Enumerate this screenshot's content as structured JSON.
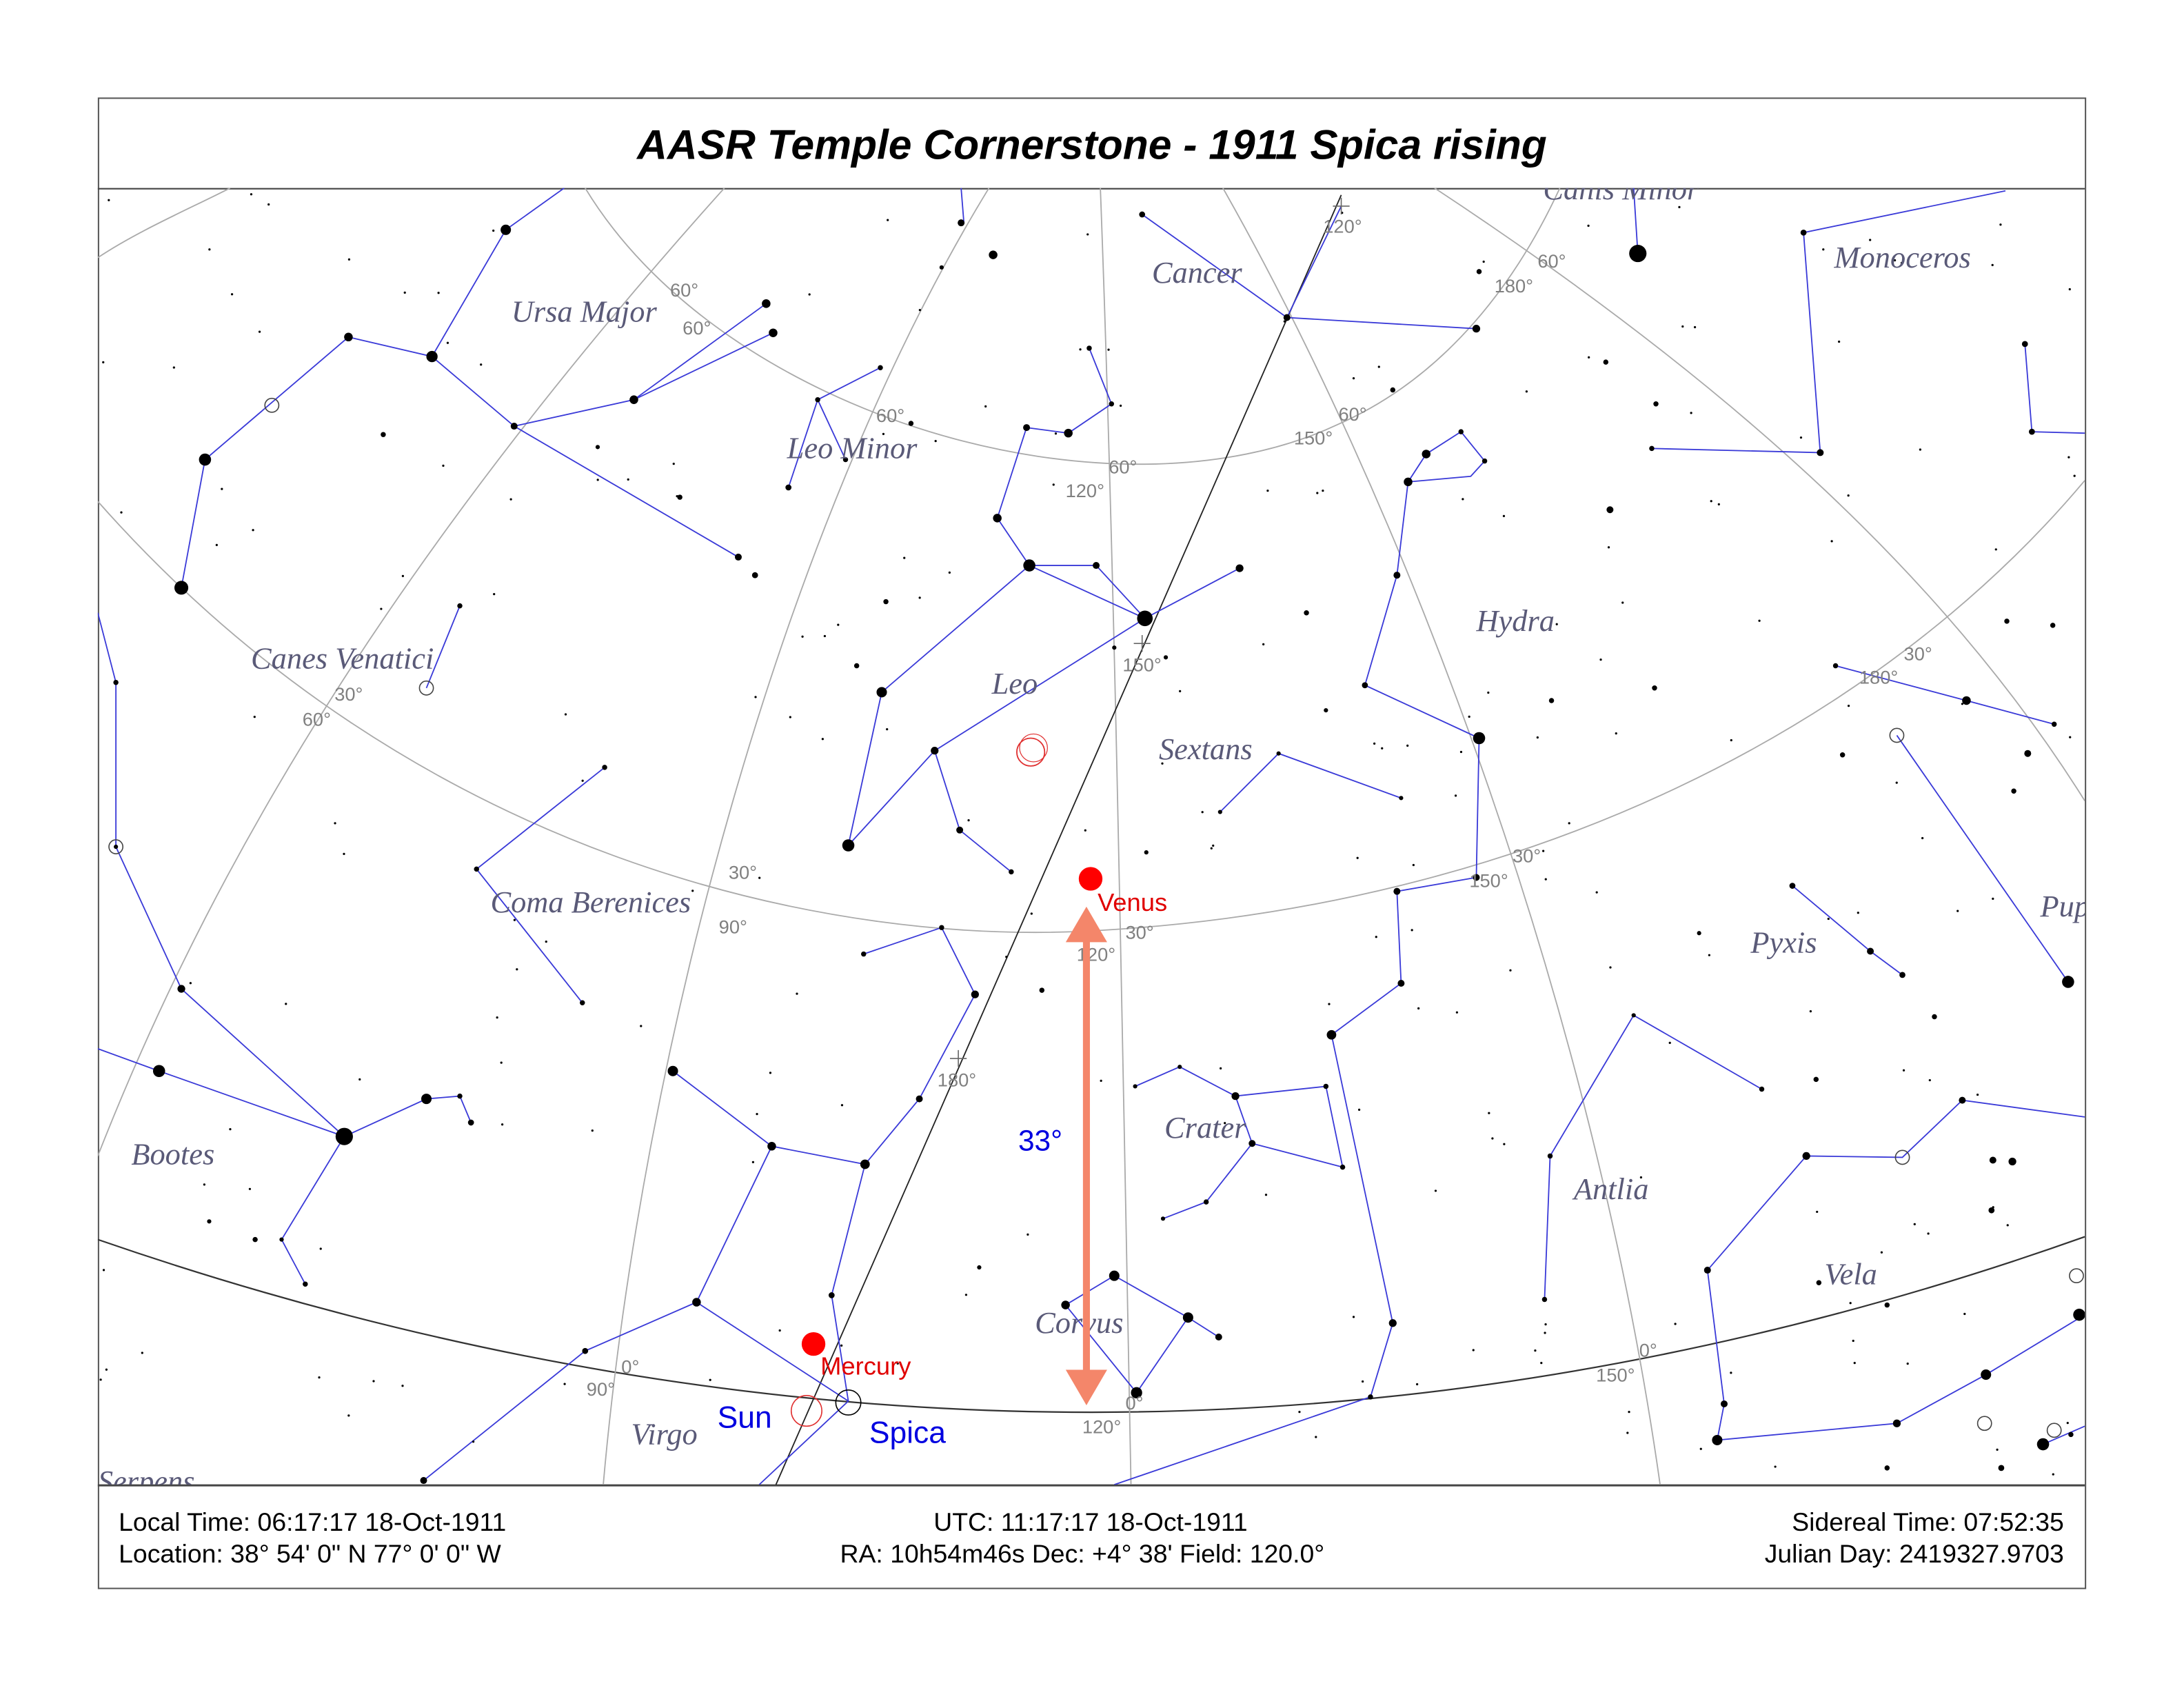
{
  "title": "AASR Temple Cornerstone - 1911 Spica rising",
  "footer": {
    "local_time": "Local Time: 06:17:17 18-Oct-1911",
    "location": "Location: 38° 54' 0\" N  77° 0' 0\" W",
    "utc": "UTC: 11:17:17 18-Oct-1911",
    "ra_dec": "RA: 10h54m46s Dec: +4° 38' Field: 120.0°",
    "sidereal": "Sidereal Time: 07:52:35",
    "julian": "Julian Day: 2419327.9703"
  },
  "constellations": [
    "Ursa Major",
    "Leo Minor",
    "Cancer",
    "Canis Minor",
    "Monoceros",
    "Canes Venatici",
    "Leo",
    "Hydra",
    "Sextans",
    "Coma Berenices",
    "Pyxis",
    "Puppis",
    "Crater",
    "Bootes",
    "Antlia",
    "Vela",
    "Corvus",
    "Virgo",
    "Serpens"
  ],
  "objects": {
    "venus": "Venus",
    "mercury": "Mercury",
    "sun": "Sun",
    "spica": "Spica"
  },
  "measurement": {
    "label": "33°"
  },
  "grid_labels": [
    "60°",
    "60°",
    "60°",
    "120°",
    "180°",
    "60°",
    "60°",
    "150°",
    "60°",
    "120°",
    "150°",
    "30°",
    "60°",
    "30°",
    "180°",
    "30°",
    "90°",
    "30°",
    "120°",
    "30°",
    "150°",
    "180°",
    "0°",
    "90°",
    "0°",
    "120°",
    "0°",
    "150°"
  ],
  "colors": {
    "constellation_lines": "#3a3ad8",
    "planet": "#ff0000",
    "arrow": "#f4866a",
    "label_blue": "#0000e0",
    "grid": "#a0a0a0"
  }
}
